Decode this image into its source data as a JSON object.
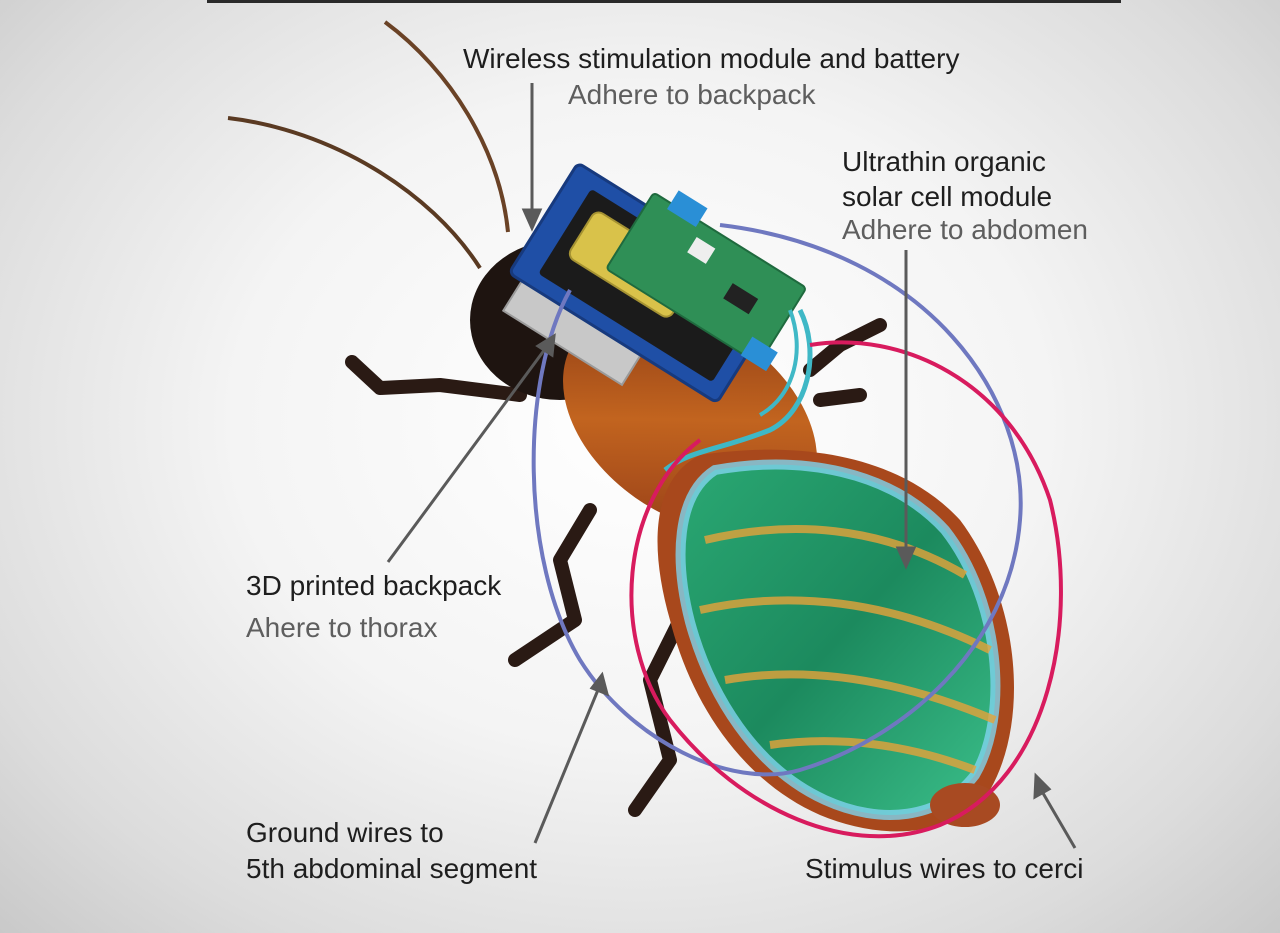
{
  "labels": {
    "module_title": "Wireless stimulation module and battery",
    "module_note": "Adhere to backpack",
    "solar_line1": "Ultrathin organic",
    "solar_line2": "solar cell module",
    "solar_note": "Adhere to abdomen",
    "backpack_title": "3D printed backpack",
    "backpack_note": "Ahere to thorax",
    "ground_line1": "Ground wires to",
    "ground_line2": "5th abdominal segment",
    "stimulus": "Stimulus wires to cerci"
  },
  "colors": {
    "text_dark": "#1e1e1e",
    "text_grey": "#5e5e5e",
    "ground_wire": "#6f78c0",
    "stimulus_wire": "#d81b5e",
    "pcb_blue": "#1f4fa6",
    "pcb_green": "#2f8f56",
    "solar_green": "#1f9b6a",
    "body_orange": "#b8531f"
  }
}
